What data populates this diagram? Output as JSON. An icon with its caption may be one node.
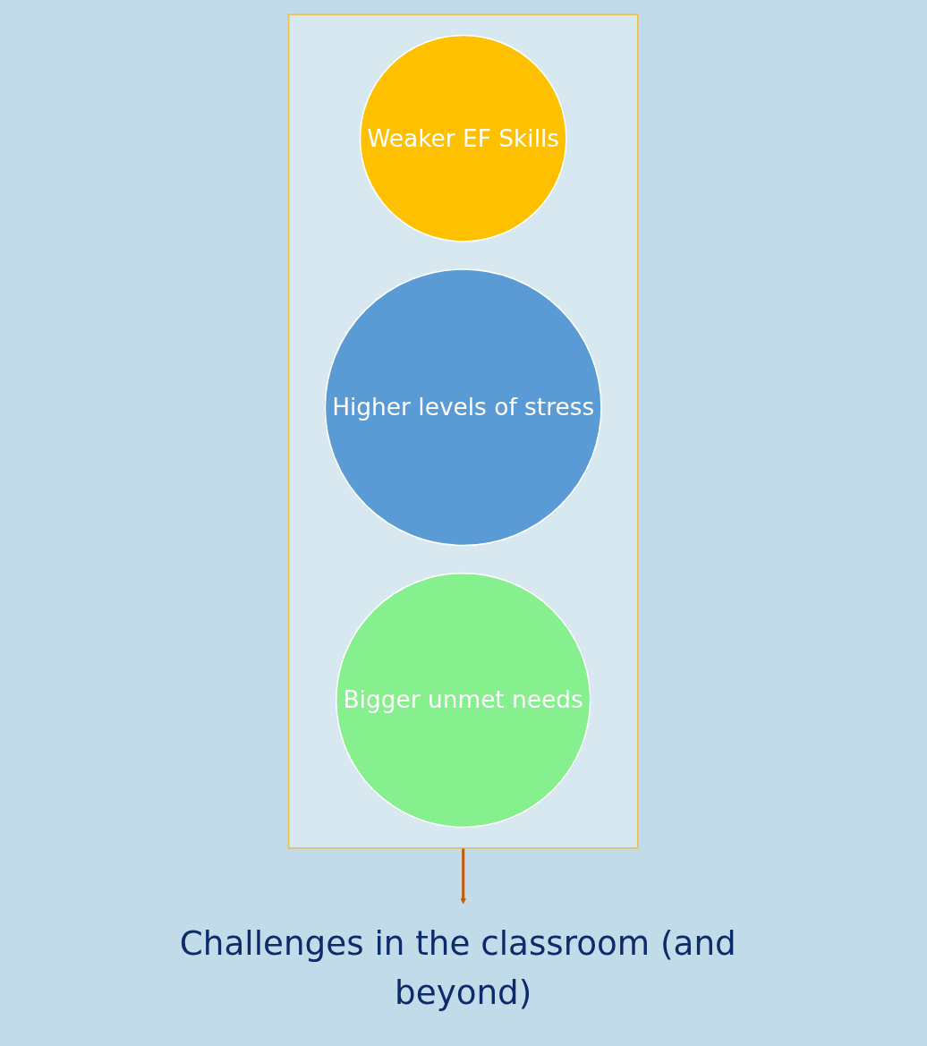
{
  "diagram": {
    "nodes": [
      {
        "text": [],
        "shape": "funnel"
      },
      {
        "text": [
          "Weaker EF Skills"
        ],
        "in": 0
      },
      {
        "text": [
          "Higher levels of stress"
        ],
        "in": 0
      },
      {
        "text": [
          "Bigger unmet needs"
        ],
        "in": 0
      },
      {
        "text": [
          "Challenges in the classroom (and beyond)"
        ]
      }
    ],
    "edges": [
      {
        "from": 0,
        "to": 4,
        "arrow": "to",
        "color": "#c55a11"
      }
    ]
  }
}
